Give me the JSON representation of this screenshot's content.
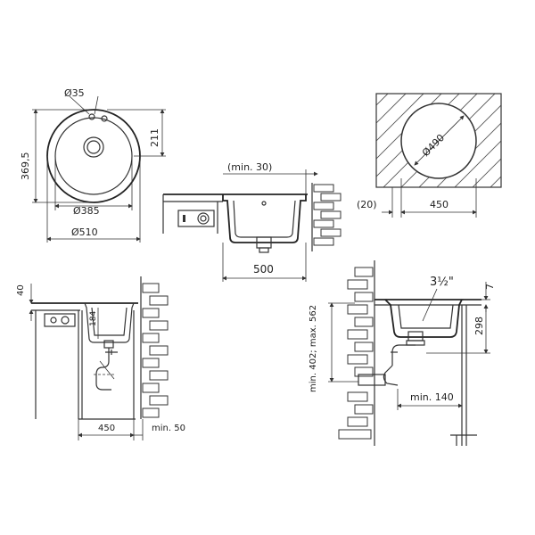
{
  "top_view": {
    "dia_tap": "Ø35",
    "dia_inner": "Ø385",
    "dia_outer": "Ø510",
    "height_total": "369,5",
    "height_offset": "211"
  },
  "front_section": {
    "min_gap": "(min. 30)",
    "width": "500"
  },
  "cutout_view": {
    "cutout_dia": "Ø490",
    "offset": "(20)",
    "width": "450"
  },
  "side_view_left": {
    "depth": "40",
    "bowl_depth": "184",
    "cabinet_width": "450",
    "min_wall": "min. 50"
  },
  "side_view_right": {
    "drain": "3½\"",
    "rim": "7",
    "depth": "298",
    "install_height": "min. 402; max. 562",
    "min_clearance": "min. 140"
  }
}
